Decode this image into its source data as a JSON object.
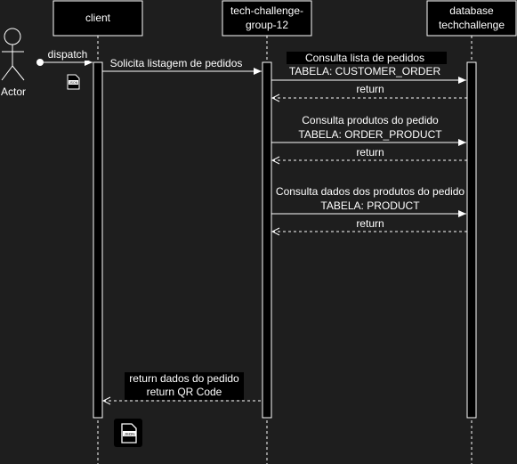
{
  "participants": {
    "actor": "Actor",
    "client": "client",
    "service_line1": "tech-challenge-",
    "service_line2": "group-12",
    "database_line1": "database",
    "database_line2": "techchallenge"
  },
  "messages": {
    "dispatch": "dispatch",
    "solicita": "Solicita listagem de pedidos",
    "m1_line1": "Consulta lista de pedidos",
    "m1_line2": "TABELA: CUSTOMER_ORDER",
    "r1": "return",
    "m2_line1": "Consulta produtos do pedido",
    "m2_line2": "TABELA: ORDER_PRODUCT",
    "r2": "return",
    "m3_line1": "Consulta dados dos produtos do pedido",
    "m3_line2": "TABELA: PRODUCT",
    "r3": "return",
    "final_line1": "return dados do pedido",
    "final_line2": "return QR Code"
  },
  "icons": {
    "json_small": "json-file-icon",
    "json_large": "json-file-icon",
    "json_text": "JSON"
  },
  "colors": {
    "background": "#1e1e1e",
    "stroke": "#ffffff",
    "box_fill": "#000000"
  }
}
